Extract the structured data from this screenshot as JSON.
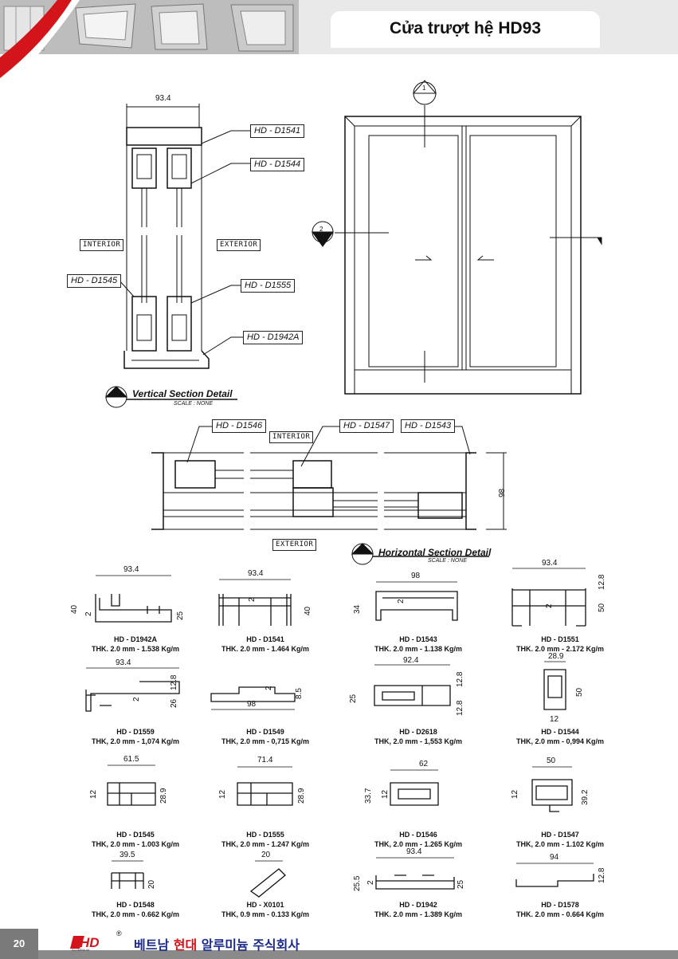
{
  "header": {
    "title": "Cửa trượt hệ HD93"
  },
  "vertical_section": {
    "title": "Vertical Section Detail",
    "scale": "SCALE : NONE",
    "marker": "1",
    "overall_dim": "93.4",
    "interior": "INTERIOR",
    "exterior": "EXTERIOR",
    "labels": [
      "HD - D1541",
      "HD - D1544",
      "HD - D1545",
      "HD - D1555",
      "HD - D1942A"
    ]
  },
  "elevation": {
    "marker_top": "1",
    "marker_left": "2"
  },
  "horizontal_section": {
    "title": "Horizontal Section Detail",
    "scale": "SCALE : NONE",
    "marker": "2",
    "overall_dim": "98",
    "interior": "INTERIOR",
    "exterior": "EXTERIOR",
    "labels": [
      "HD - D1546",
      "HD - D1547",
      "HD - D1543"
    ]
  },
  "profiles": [
    {
      "code": "HD - D1942A",
      "spec": "THK. 2.0 mm - 1.538 Kg/m",
      "dims": [
        "93.4",
        "40",
        "25",
        "2"
      ]
    },
    {
      "code": "HD - D1541",
      "spec": "THK. 2.0 mm - 1.464 Kg/m",
      "dims": [
        "93.4",
        "40",
        "2"
      ]
    },
    {
      "code": "HD - D1543",
      "spec": "THK. 2.0 mm - 1.138 Kg/m",
      "dims": [
        "98",
        "34",
        "2"
      ]
    },
    {
      "code": "HD - D1551",
      "spec": "THK. 2.0 mm - 2.172 Kg/m",
      "dims": [
        "93.4",
        "50",
        "12.8",
        "2"
      ]
    },
    {
      "code": "HD - D1559",
      "spec": "THK, 2.0 mm - 1,074 Kg/m",
      "dims": [
        "93.4",
        "26",
        "12.8",
        "2"
      ]
    },
    {
      "code": "HD - D1549",
      "spec": "THK, 2.0 mm - 0,715 Kg/m",
      "dims": [
        "98",
        "8.5",
        "2"
      ]
    },
    {
      "code": "HD - D2618",
      "spec": "THK, 2.0 mm - 1,553 Kg/m",
      "dims": [
        "92.4",
        "25",
        "12.8",
        "12.8"
      ]
    },
    {
      "code": "HD - D1544",
      "spec": "THK, 2.0 mm - 0,994 Kg/m",
      "dims": [
        "28.9",
        "50",
        "12"
      ]
    },
    {
      "code": "HD - D1545",
      "spec": "THK, 2.0 mm - 1.003 Kg/m",
      "dims": [
        "61.5",
        "12",
        "28.9"
      ]
    },
    {
      "code": "HD - D1555",
      "spec": "THK, 2.0 mm - 1.247 Kg/m",
      "dims": [
        "71.4",
        "12",
        "28.9"
      ]
    },
    {
      "code": "HD - D1546",
      "spec": "THK, 2.0 mm - 1.265 Kg/m",
      "dims": [
        "62",
        "33.7",
        "12"
      ]
    },
    {
      "code": "HD - D1547",
      "spec": "THK, 2.0 mm - 1.102 Kg/m",
      "dims": [
        "50",
        "12",
        "39.2"
      ]
    },
    {
      "code": "HD - D1548",
      "spec": "THK, 2.0 mm - 0.662 Kg/m",
      "dims": [
        "39.5",
        "20"
      ]
    },
    {
      "code": "HD - X0101",
      "spec": "THK, 0.9 mm - 0.133 Kg/m",
      "dims": [
        "20"
      ]
    },
    {
      "code": "HD - D1942",
      "spec": "THK. 2.0 mm - 1.389 Kg/m",
      "dims": [
        "93.4",
        "25.5",
        "25",
        "2"
      ]
    },
    {
      "code": "HD - D1578",
      "spec": "THK. 2.0 mm - 0.664 Kg/m",
      "dims": [
        "94",
        "12.8"
      ]
    }
  ],
  "footer": {
    "page_number": "20",
    "logo_text": "HD",
    "logo_sub": "ALUMINIUM",
    "registered": "®",
    "company_a": "베트남 ",
    "company_b": "현대",
    "company_c": " 알루미늄 주식회사"
  },
  "colors": {
    "header_red": "#d4141b",
    "header_gray": "#e6e6e6",
    "footer_gray": "#7a7a7a",
    "company_blue": "#1c2a8a"
  }
}
